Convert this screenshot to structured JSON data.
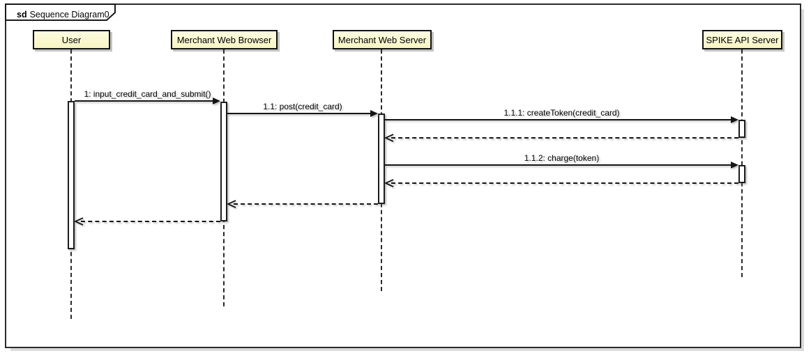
{
  "frame": {
    "keyword": "sd",
    "title": "Sequence Diagram0"
  },
  "participants": [
    {
      "id": "user",
      "name": "User"
    },
    {
      "id": "merchant-web-browser",
      "name": "Merchant Web Browser"
    },
    {
      "id": "merchant-web-server",
      "name": "Merchant Web Server"
    },
    {
      "id": "spike-api-server",
      "name": "SPIKE API Server"
    }
  ],
  "messages": [
    {
      "label": "1: input_credit_card_and_submit()",
      "from": "User",
      "to": "Merchant Web Browser",
      "kind": "synchronous-call"
    },
    {
      "label": "1.1: post(credit_card)",
      "from": "Merchant Web Browser",
      "to": "Merchant Web Server",
      "kind": "synchronous-call"
    },
    {
      "label": "1.1.1: createToken(credit_card)",
      "from": "Merchant Web Server",
      "to": "SPIKE API Server",
      "kind": "synchronous-call"
    },
    {
      "label": "",
      "from": "SPIKE API Server",
      "to": "Merchant Web Server",
      "kind": "reply"
    },
    {
      "label": "1.1.2: charge(token)",
      "from": "Merchant Web Server",
      "to": "SPIKE API Server",
      "kind": "synchronous-call"
    },
    {
      "label": "",
      "from": "SPIKE API Server",
      "to": "Merchant Web Server",
      "kind": "reply"
    },
    {
      "label": "",
      "from": "Merchant Web Server",
      "to": "Merchant Web Browser",
      "kind": "reply"
    },
    {
      "label": "",
      "from": "Merchant Web Browser",
      "to": "User",
      "kind": "reply"
    }
  ],
  "colors": {
    "lifeline_head_fill": "#faf8cc",
    "border": "#1a1a1a",
    "background": "#ffffff",
    "shadow": "#d4d4d4"
  }
}
